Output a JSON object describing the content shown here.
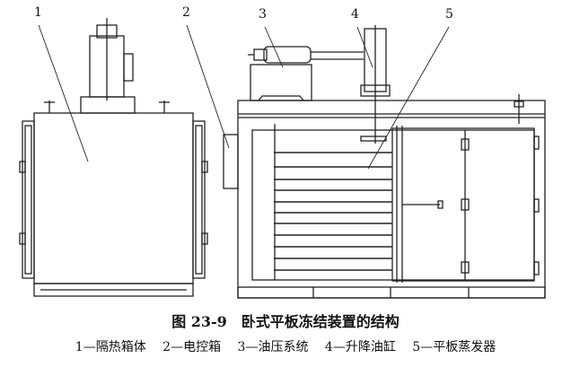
{
  "callouts": [
    "1",
    "2",
    "3",
    "4",
    "5"
  ],
  "caption": {
    "title": "图 23-9　卧式平板冻结装置的结构",
    "legend": [
      "1—隔热箱体",
      "2—电控箱",
      "3—油压系统",
      "4—升降油缸",
      "5—平板蒸发器"
    ]
  }
}
